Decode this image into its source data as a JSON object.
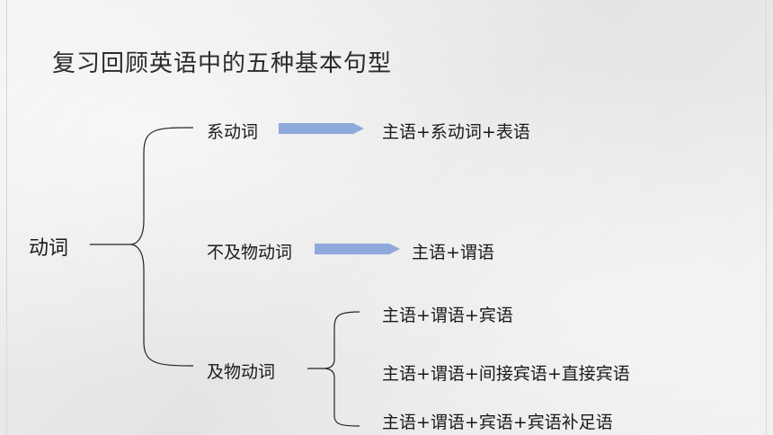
{
  "slide": {
    "title": "复习回顾英语中的五种基本句型",
    "root_label": "动词",
    "branches": [
      {
        "label": "系动词",
        "result": "主语+系动词+表语"
      },
      {
        "label": "不及物动词",
        "result": "主语+谓语"
      },
      {
        "label": "及物动词",
        "results": [
          "主语+谓语+宾语",
          "主语+谓语+间接宾语+直接宾语",
          "主语+谓语+宾语+宾语补足语"
        ]
      }
    ],
    "arrow_color": "#8ea9db"
  }
}
